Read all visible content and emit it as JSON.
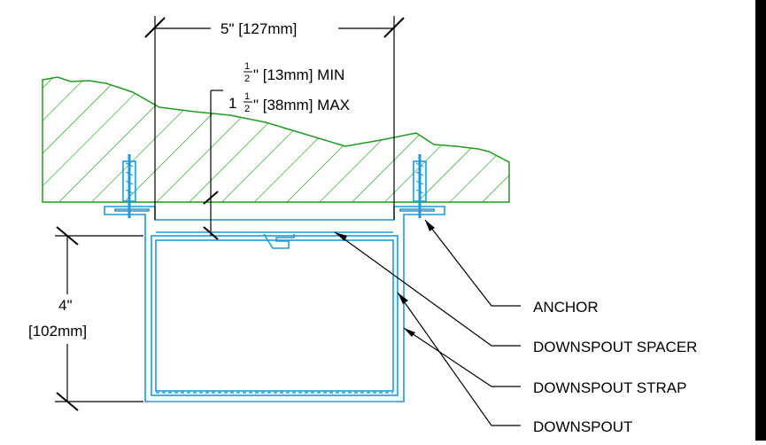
{
  "dimensions": {
    "width_in": "5\"",
    "width_mm": "[127mm]",
    "height_in": "4\"",
    "height_mm": "[102mm]",
    "gap_min_frac": "1",
    "gap_min_frac_den": "2",
    "gap_min_text": "\" [13mm] MIN",
    "gap_max_whole": "1",
    "gap_max_frac": "1",
    "gap_max_frac_den": "2",
    "gap_max_text": "\" [38mm] MAX"
  },
  "callouts": {
    "anchor": "ANCHOR",
    "spacer": "DOWNSPOUT SPACER",
    "strap": "DOWNSPOUT STRAP",
    "downspout": "DOWNSPOUT"
  },
  "colors": {
    "wall": "#1f9a1f",
    "metal": "#1e9ad6",
    "line": "#000000"
  }
}
